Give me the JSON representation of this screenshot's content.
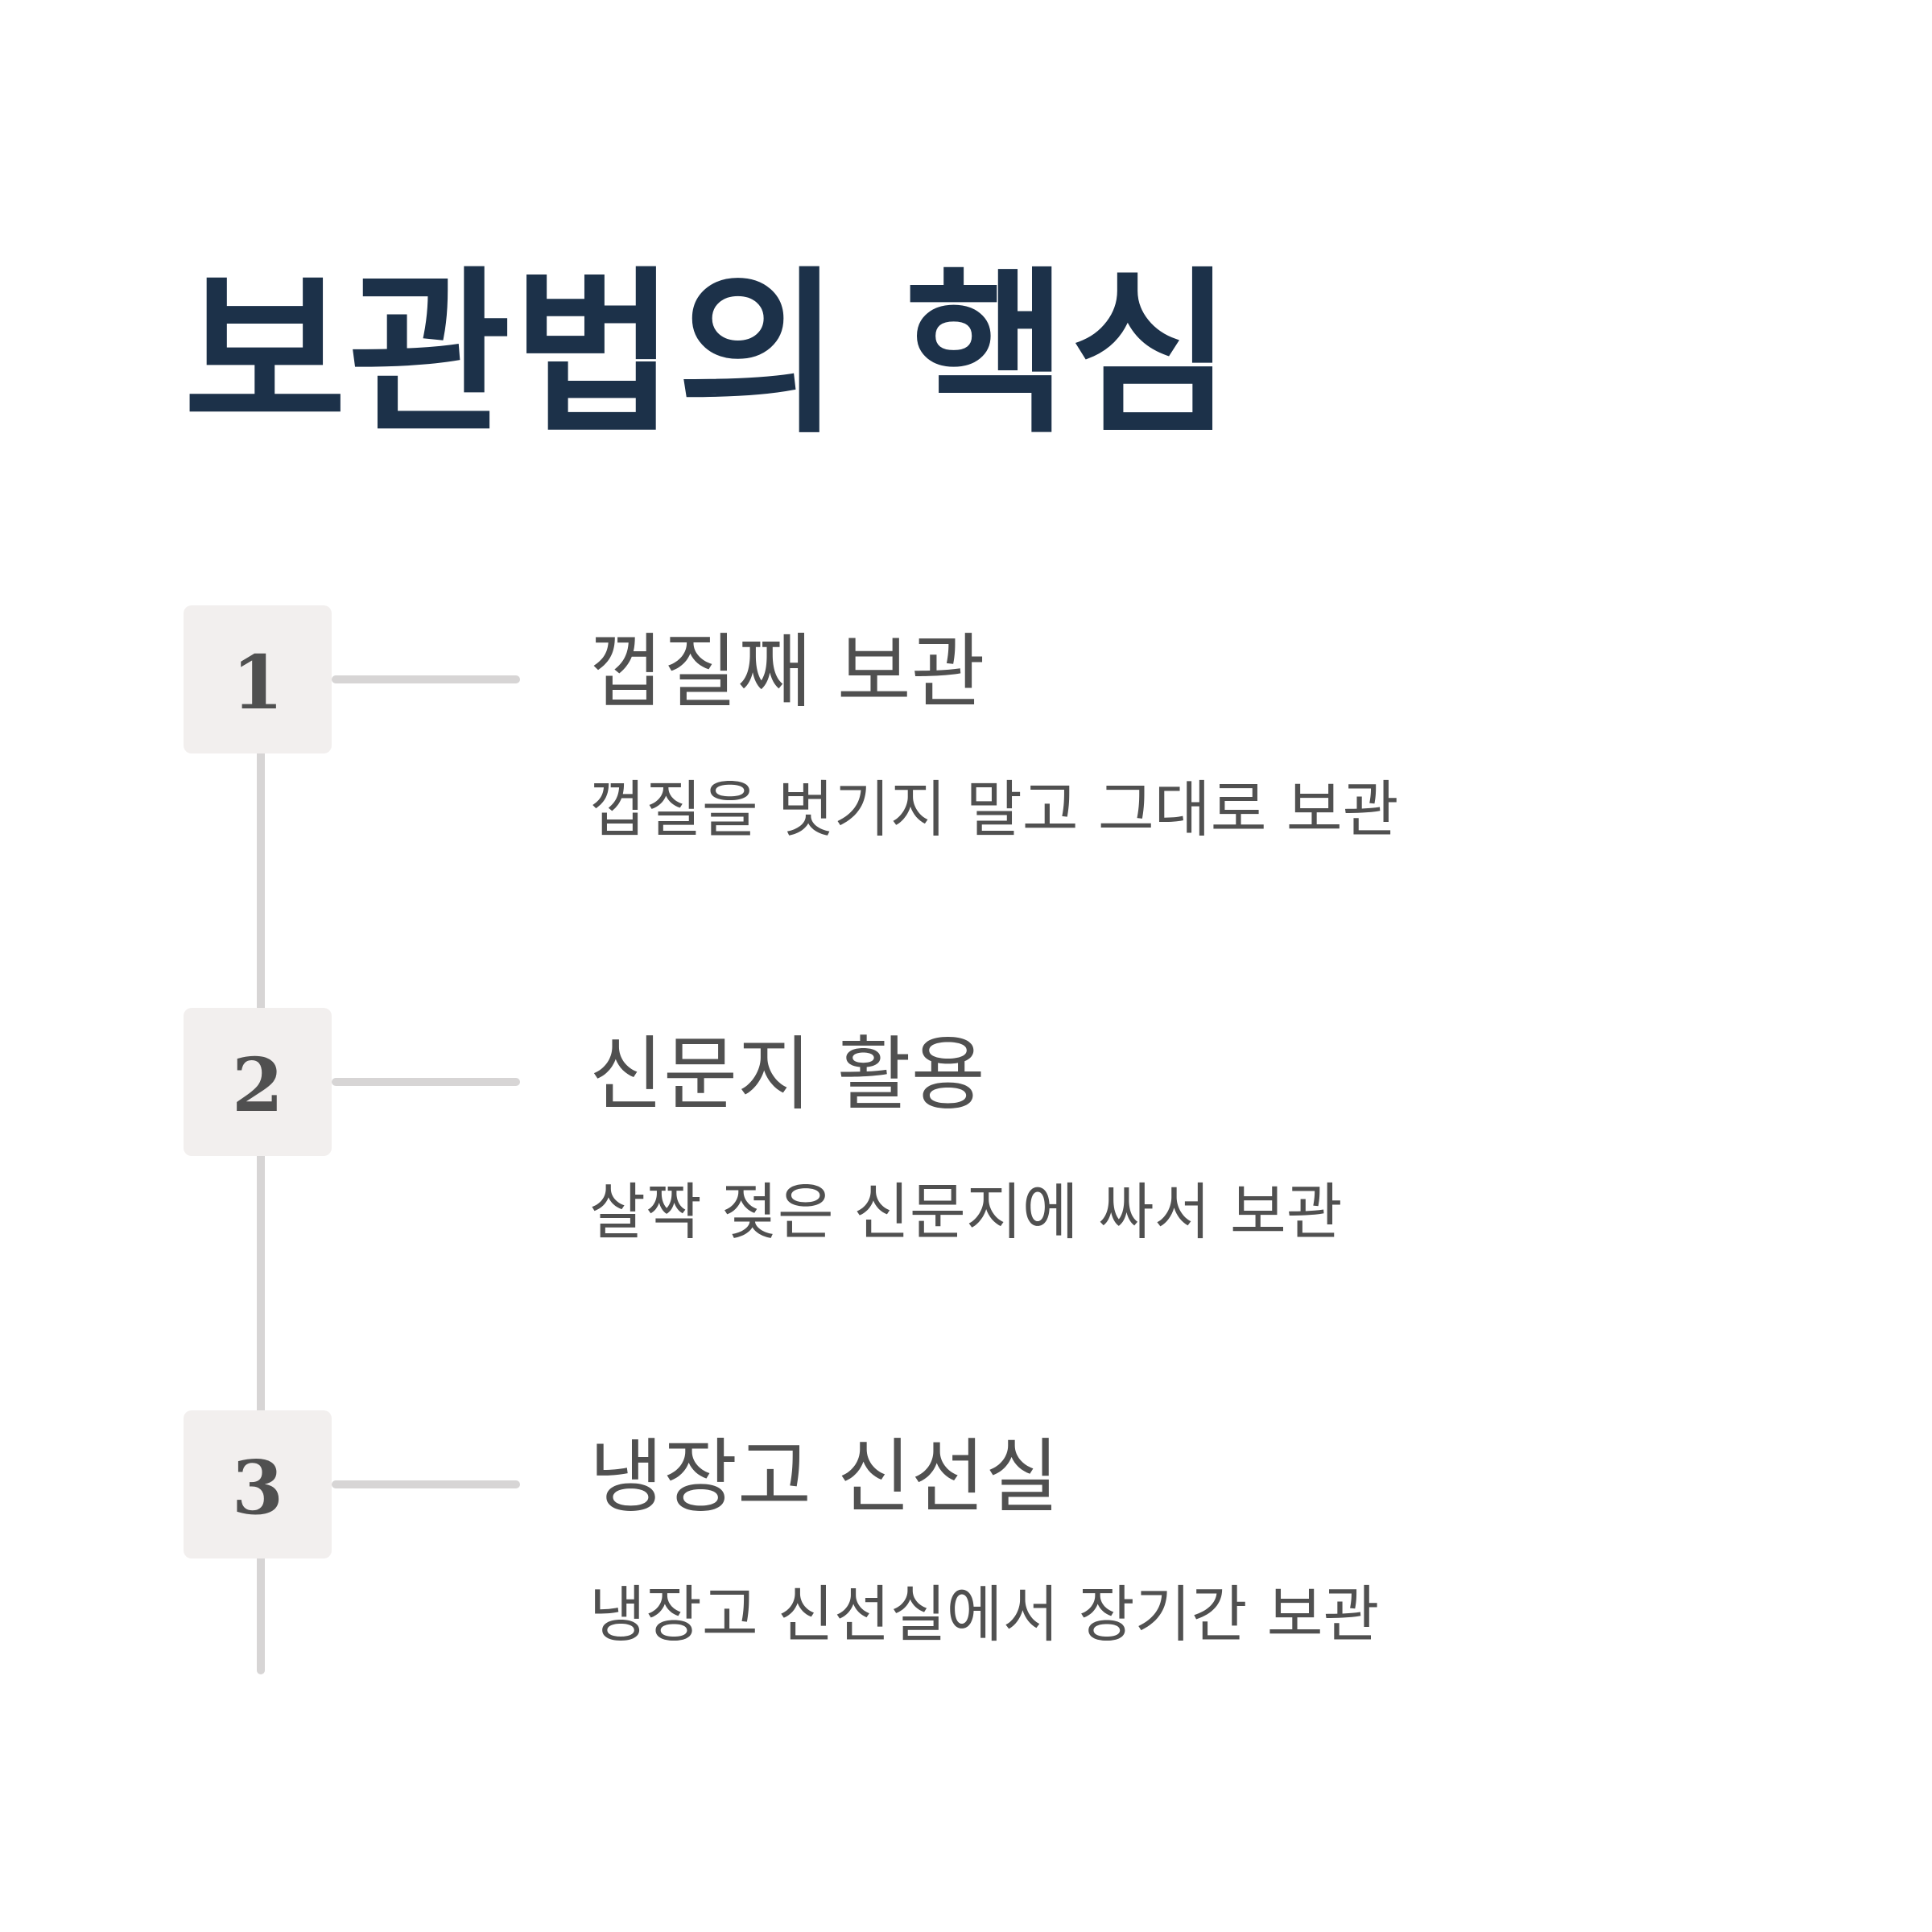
{
  "title": "보관법의 핵심",
  "colors": {
    "title": "#1c3149",
    "text": "#505050",
    "badge_bg": "#f2efee",
    "line": "#d7d5d5"
  },
  "steps": [
    {
      "number": "1",
      "title": "껍질째 보관",
      "description": "껍질을 벗기지 말고 그대로 보관"
    },
    {
      "number": "2",
      "title": "신문지 활용",
      "description": "살짝 젖은 신문지에 싸서 보관"
    },
    {
      "number": "3",
      "title": "냉장고 신선실",
      "description": "냉장고 신선실에서 장기간 보관"
    }
  ]
}
